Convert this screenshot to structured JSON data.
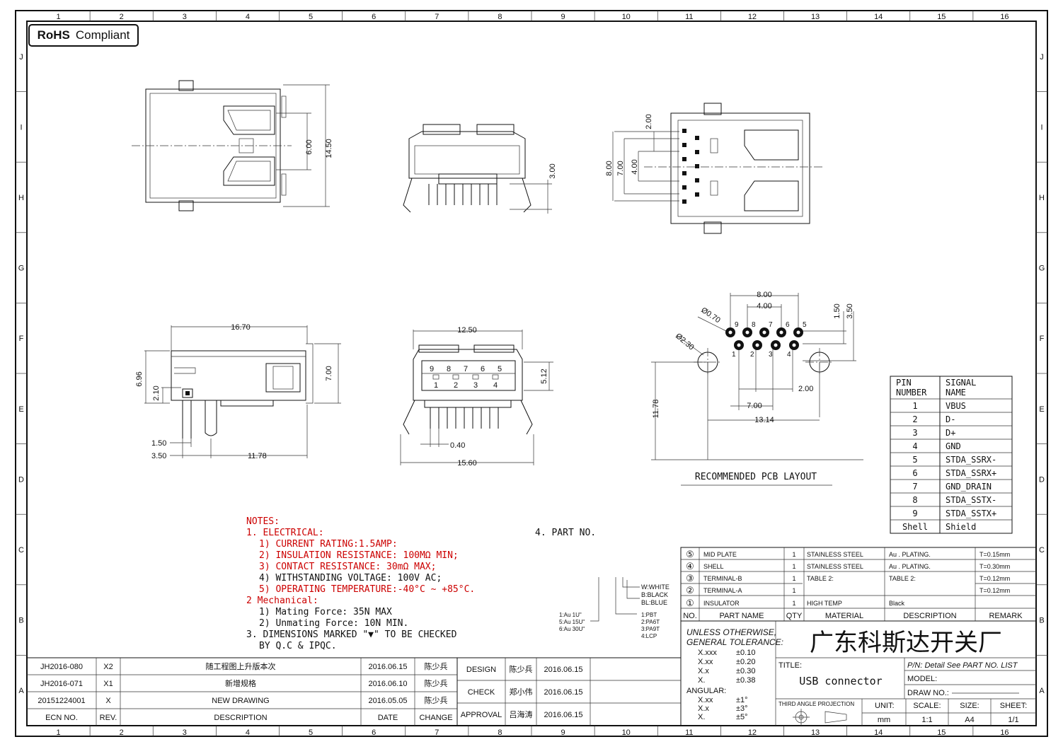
{
  "rohs": {
    "bold": "RoHS",
    "text": "Compliant"
  },
  "border_cols": [
    "1",
    "2",
    "3",
    "4",
    "5",
    "6",
    "7",
    "8",
    "9",
    "10",
    "11",
    "12",
    "13",
    "14",
    "15",
    "16"
  ],
  "border_rows": [
    "J",
    "I",
    "H",
    "G",
    "F",
    "E",
    "D",
    "C",
    "B",
    "A"
  ],
  "dims": {
    "top_left": [
      "14.50",
      "6.00"
    ],
    "top_mid": [
      "3.00"
    ],
    "top_right": [
      "2.00",
      "8.00",
      "7.00",
      "4.00"
    ],
    "side": [
      "16.70",
      "6.96",
      "2.10",
      "7.00",
      "1.50",
      "3.50",
      "11.78"
    ],
    "front": [
      "12.50",
      "5.12",
      "0.40",
      "15.60"
    ],
    "front_pins_top": [
      "9",
      "8",
      "7",
      "6",
      "5"
    ],
    "front_pins_bot": [
      "1",
      "2",
      "3",
      "4"
    ],
    "pcb": [
      "8.00",
      "4.00",
      "1.50",
      "3.50",
      "Ø0.70",
      "Ø2.30",
      "2.00",
      "7.00",
      "13.14",
      "11.78"
    ],
    "pcb_pins_top": [
      "9",
      "8",
      "7",
      "6",
      "5"
    ],
    "pcb_pins_bot": [
      "1",
      "2",
      "3",
      "4"
    ]
  },
  "pcb_title": "RECOMMENDED PCB LAYOUT",
  "pin_table": {
    "header": [
      "PIN NUMBER",
      "SIGNAL NAME"
    ],
    "rows": [
      [
        "1",
        "VBUS"
      ],
      [
        "2",
        "D-"
      ],
      [
        "3",
        "D+"
      ],
      [
        "4",
        "GND"
      ],
      [
        "5",
        "STDA_SSRX-"
      ],
      [
        "6",
        "STDA_SSRX+"
      ],
      [
        "7",
        "GND_DRAIN"
      ],
      [
        "8",
        "STDA_SSTX-"
      ],
      [
        "9",
        "STDA_SSTX+"
      ],
      [
        "Shell",
        "Shield"
      ]
    ]
  },
  "notes": {
    "title": "NOTES:",
    "electrical": "1. ELECTRICAL:",
    "e": [
      "1) CURRENT RATING:1.5AMP:",
      "2) INSULATION RESISTANCE: 100MΩ MIN;",
      "3) CONTACT RESISTANCE: 30mΩ MAX;",
      "4) WITHSTANDING VOLTAGE: 100V AC;",
      "5) OPERATING TEMPERATURE:-40°C ~ +85°C."
    ],
    "mechanical": "2 Mechanical:",
    "m": [
      "1) Mating Force: 35N  MAX",
      "2) Unmating Force: 10N  MIN."
    ],
    "n3a": "3. DIMENSIONS MARKED \"▼\" TO BE CHECKED",
    "n3b": "BY Q.C & IPQC.",
    "part": "4. PART NO."
  },
  "part_code": {
    "left": [
      "1:Au 1U\"",
      "5:Au 15U\"",
      "6:Au 30U\""
    ],
    "color": [
      "W:WHITE",
      "B:BLACK",
      "BL:BLUE"
    ],
    "mat": [
      "1:PBT",
      "2:PA6T",
      "3:PA9T",
      "4:LCP"
    ]
  },
  "bom": {
    "rows": [
      {
        "no": "⑤",
        "part": "MID PLATE",
        "qty": "1",
        "mat": "STAINLESS STEEL",
        "desc": "Au . PLATING.",
        "rem": "T=0.15mm"
      },
      {
        "no": "④",
        "part": "SHELL",
        "qty": "1",
        "mat": "STAINLESS STEEL",
        "desc": "Au . PLATING.",
        "rem": "T=0.30mm"
      },
      {
        "no": "③",
        "part": "TERMINAL-B",
        "qty": "1",
        "mat": "TABLE 2:",
        "desc": "TABLE 2:",
        "rem": "T=0.12mm"
      },
      {
        "no": "②",
        "part": "TERMINAL-A",
        "qty": "1",
        "mat": "",
        "desc": "",
        "rem": "T=0.12mm"
      },
      {
        "no": "①",
        "part": "INSULATOR",
        "qty": "1",
        "mat": "HIGH TEMP",
        "desc": "Black",
        "rem": ""
      }
    ],
    "header": {
      "no": "NO.",
      "part": "PART NAME",
      "qty": "QTY",
      "mat": "MATERIAL",
      "desc": "DESCRIPTION",
      "rem": "REMARK"
    }
  },
  "tolerance": {
    "title1": "UNLESS OTHERWISE,",
    "title2": "GENERAL TOLERANCE:",
    "lin": [
      [
        "X.xxx",
        "±0.10"
      ],
      [
        "X.xx",
        "±0.20"
      ],
      [
        "X.x",
        "±0.30"
      ],
      [
        "X.",
        "±0.38"
      ]
    ],
    "ang_title": "ANGULAR:",
    "ang": [
      [
        "X.xx",
        "±1°"
      ],
      [
        "X.x",
        "±3°"
      ],
      [
        "X.",
        "±5°"
      ]
    ]
  },
  "company": "广东科斯达开关厂",
  "title_block": {
    "title_label": "TITLE:",
    "title": "USB connector",
    "pn": "P/N: Detail  See  PART NO.  LIST",
    "model": "MODEL:",
    "drawno": "DRAW  NO.:",
    "projection": "THIRD  ANGLE  PROJECTION",
    "unit_label": "UNIT:",
    "unit": "mm",
    "scale_label": "SCALE:",
    "scale": "1:1",
    "size_label": "SIZE:",
    "size": "A4",
    "sheet_label": "SHEET:",
    "sheet": "1/1"
  },
  "approval": {
    "design": "DESIGN",
    "design_by": "陈少兵",
    "design_date": "2016.06.15",
    "check": "CHECK",
    "check_by": "郑小伟",
    "check_date": "2016.06.15",
    "approval": "APPROVAL",
    "approval_by": "吕海涛",
    "approval_date": "2016.06.15"
  },
  "revisions": [
    {
      "ecn": "JH2016-080",
      "rev": "X2",
      "desc": "随工程图上升版本次",
      "date": "2016.06.15",
      "by": "陈少兵"
    },
    {
      "ecn": "JH2016-071",
      "rev": "X1",
      "desc": "新增规格",
      "date": "2016.06.10",
      "by": "陈少兵"
    },
    {
      "ecn": "20151224001",
      "rev": "X",
      "desc": "NEW DRAWING",
      "date": "2016.05.05",
      "by": "陈少兵"
    }
  ],
  "rev_header": {
    "ecn": "ECN NO.",
    "rev": "REV.",
    "desc": "DESCRIPTION",
    "date": "DATE",
    "by": "CHANGE"
  }
}
